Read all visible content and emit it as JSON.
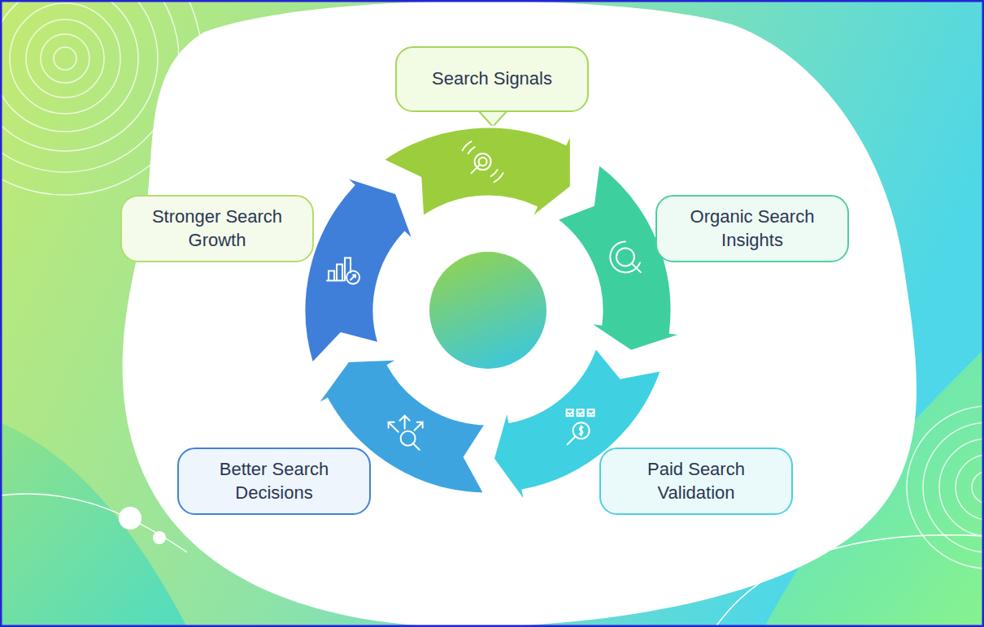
{
  "diagram": {
    "nodes": [
      {
        "text": [
          "Search Signals"
        ]
      },
      {
        "text": [
          "Stronger Search Growth"
        ]
      },
      {
        "text": [
          "Organic Search Insights"
        ]
      },
      {
        "text": [
          "Better Search Decisions"
        ]
      },
      {
        "text": [
          "Paid Search Validation"
        ]
      }
    ]
  }
}
